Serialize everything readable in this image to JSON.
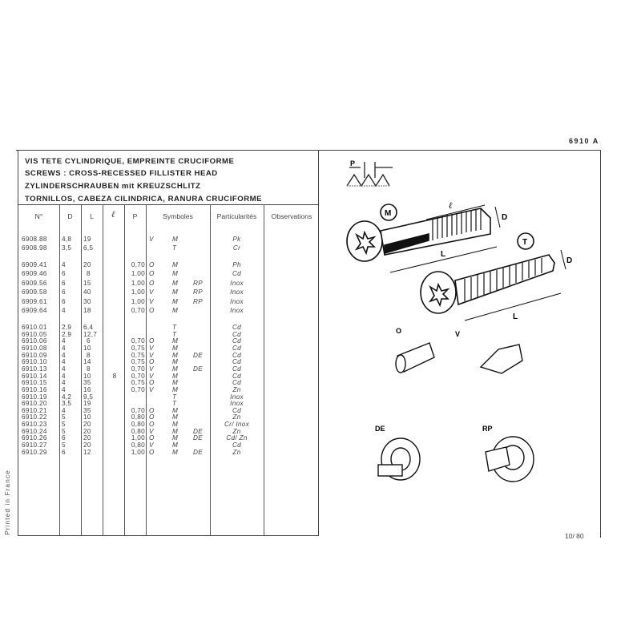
{
  "page_ref": "6910 A",
  "page_number": "10/ 80",
  "printed_in": "Printed in France",
  "titles": [
    "VIS TETE CYLINDRIQUE, EMPREINTE CRUCIFORME",
    "SCREWS : CROSS-RECESSED FILLISTER HEAD",
    "ZYLINDERSCHRAUBEN mit KREUZSCHLITZ",
    "TORNILLOS, CABEZA CILINDRICA, RANURA CRUCIFORME"
  ],
  "headers": [
    "N°",
    "D",
    "L",
    "ℓ",
    "P",
    "Symboles",
    "Particularités",
    "Observations"
  ],
  "groups": [
    [
      [
        "6908.88",
        "4,8",
        "19",
        "",
        "",
        "V",
        "M",
        "",
        "Pk"
      ],
      [
        "6908.98",
        "3,5",
        "6,5",
        "",
        "",
        "",
        "T",
        "",
        "Cr"
      ]
    ],
    [
      [
        "6909.41",
        "4",
        "20",
        "",
        "0,70",
        "O",
        "M",
        "",
        "Ph"
      ],
      [
        "6909.46",
        "6",
        "8",
        "",
        "1,00",
        "O",
        "M",
        "",
        "Cd"
      ],
      [
        "6909.56",
        "6",
        "15",
        "",
        "1,00",
        "O",
        "M",
        "RP",
        "Inox"
      ],
      [
        "6909.58",
        "6",
        "40",
        "",
        "1,00",
        "V",
        "M",
        "RP",
        "Inox"
      ],
      [
        "6909.61",
        "6",
        "30",
        "",
        "1,00",
        "V",
        "M",
        "RP",
        "Inox"
      ],
      [
        "6909.64",
        "4",
        "18",
        "",
        "0,70",
        "O",
        "M",
        "",
        "Inox"
      ]
    ],
    [
      [
        "6910.01",
        "2,9",
        "6,4",
        "",
        "",
        "",
        "T",
        "",
        "Cd"
      ],
      [
        "6910.05",
        "2,9",
        "12,7",
        "",
        "",
        "",
        "T",
        "",
        "Cd"
      ],
      [
        "6910.06",
        "4",
        "6",
        "",
        "0,70",
        "O",
        "M",
        "",
        "Cd"
      ],
      [
        "6910.08",
        "4",
        "10",
        "",
        "0,75",
        "V",
        "M",
        "",
        "Cd"
      ],
      [
        "6910.09",
        "4",
        "8",
        "",
        "0,75",
        "V",
        "M",
        "DE",
        "Cd"
      ],
      [
        "6910.10",
        "4",
        "14",
        "",
        "0,75",
        "O",
        "M",
        "",
        "Cd"
      ],
      [
        "6910.13",
        "4",
        "8",
        "",
        "0,70",
        "V",
        "M",
        "DE",
        "Cd"
      ],
      [
        "6910.14",
        "4",
        "10",
        "8",
        "0,70",
        "V",
        "M",
        "",
        "Cd"
      ],
      [
        "6910.15",
        "4",
        "35",
        "",
        "0,75",
        "O",
        "M",
        "",
        "Cd"
      ],
      [
        "6910.16",
        "4",
        "16",
        "",
        "0,70",
        "V",
        "M",
        "",
        "Zn"
      ],
      [
        "6910.19",
        "4,2",
        "9,5",
        "",
        "",
        "",
        "T",
        "",
        "Inox"
      ],
      [
        "6910.20",
        "3,5",
        "19",
        "",
        "",
        "",
        "T",
        "",
        "Inox"
      ],
      [
        "6910.21",
        "4",
        "35",
        "",
        "0,70",
        "O",
        "M",
        "",
        "Cd"
      ],
      [
        "6910.22",
        "5",
        "10",
        "",
        "0,80",
        "O",
        "M",
        "",
        "Zn"
      ],
      [
        "6910.23",
        "5",
        "20",
        "",
        "0,80",
        "O",
        "M",
        "",
        "Cr/ Inox"
      ],
      [
        "6910.24",
        "5",
        "20",
        "",
        "0,80",
        "V",
        "M",
        "DE",
        "Zn"
      ],
      [
        "6910.26",
        "6",
        "20",
        "",
        "1,00",
        "O",
        "M",
        "DE",
        "Cd/ Zn"
      ],
      [
        "6910.27",
        "5",
        "20",
        "",
        "0,80",
        "V",
        "M",
        "",
        "Cd"
      ],
      [
        "6910.29",
        "6",
        "12",
        "",
        "1,00",
        "O",
        "M",
        "DE",
        "Zn"
      ]
    ]
  ],
  "diagram": {
    "pitch_label": "P",
    "thread_length_label": "ℓ",
    "diameter_label": "D",
    "length_label": "L",
    "machine_thread_label": "M",
    "tapping_thread_label": "T",
    "variants": [
      "O",
      "V",
      "DE",
      "RP"
    ]
  }
}
